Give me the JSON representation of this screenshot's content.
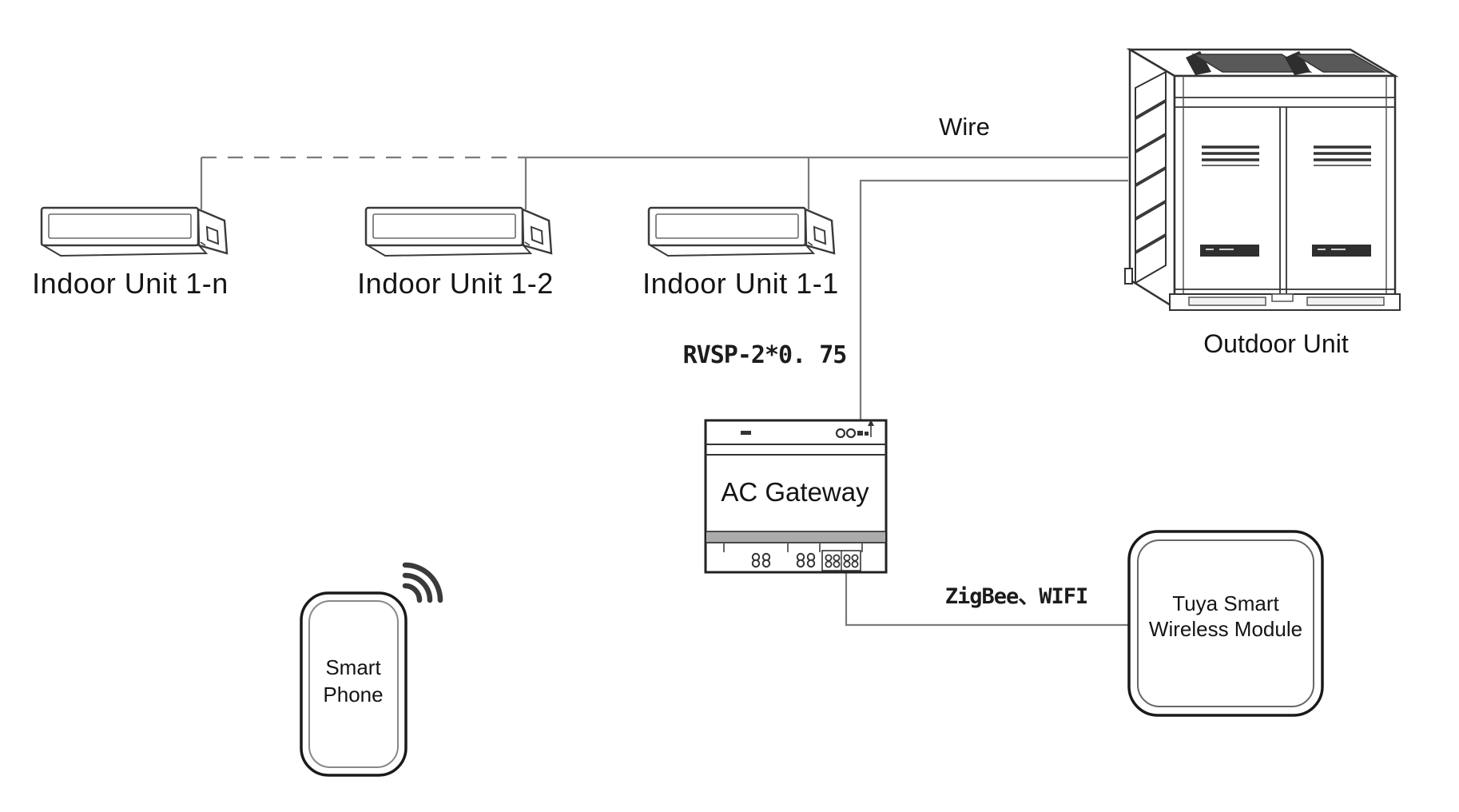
{
  "diagram": {
    "devices": {
      "indoor_units": [
        {
          "label": "Indoor Unit 1-n"
        },
        {
          "label": "Indoor Unit 1-2"
        },
        {
          "label": "Indoor Unit 1-1"
        }
      ],
      "outdoor_unit": {
        "label": "Outdoor Unit"
      },
      "gateway": {
        "label": "AC Gateway"
      },
      "tuya_module": {
        "label_line1": "Tuya Smart",
        "label_line2": "Wireless Module"
      },
      "smartphone": {
        "label_line1": "Smart",
        "label_line2": "Phone"
      }
    },
    "connections": {
      "wire_label": "Wire",
      "cable_spec_label": "RVSP-2*0. 75",
      "wireless_label": "ZigBee、WIFI"
    },
    "icons": {
      "wifi_signal": "wifi-signal-arcs"
    },
    "colors": {
      "background": "#ffffff",
      "outline": "#333333",
      "wire_line": "#7a7a7a",
      "grille_fill": "#595959",
      "dark_fill": "#2e2e2e",
      "text": "#141414"
    }
  }
}
